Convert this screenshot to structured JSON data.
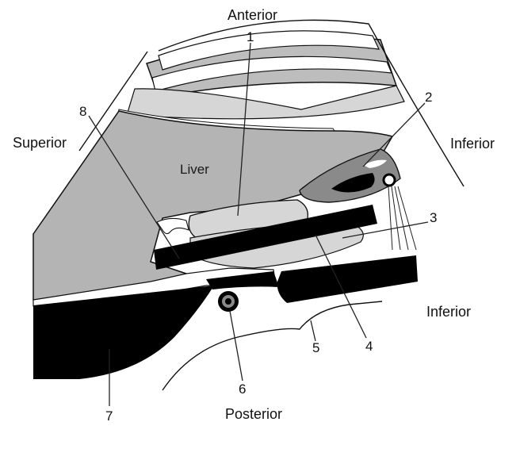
{
  "directions": {
    "anterior": "Anterior",
    "posterior": "Posterior",
    "superior": "Superior",
    "inferior_upper": "Inferior",
    "inferior_lower": "Inferior"
  },
  "organ_label": "Liver",
  "callouts": [
    {
      "id": "1",
      "text": "1"
    },
    {
      "id": "2",
      "text": "2"
    },
    {
      "id": "3",
      "text": "3"
    },
    {
      "id": "4",
      "text": "4"
    },
    {
      "id": "5",
      "text": "5"
    },
    {
      "id": "6",
      "text": "6"
    },
    {
      "id": "7",
      "text": "7"
    },
    {
      "id": "8",
      "text": "8"
    }
  ],
  "colors": {
    "background": "#ffffff",
    "organ_gray": "#b4b4b4",
    "light_gray": "#d6d6d6",
    "dark_gray": "#8a8a8a",
    "black": "#000000",
    "outline": "#111111"
  }
}
